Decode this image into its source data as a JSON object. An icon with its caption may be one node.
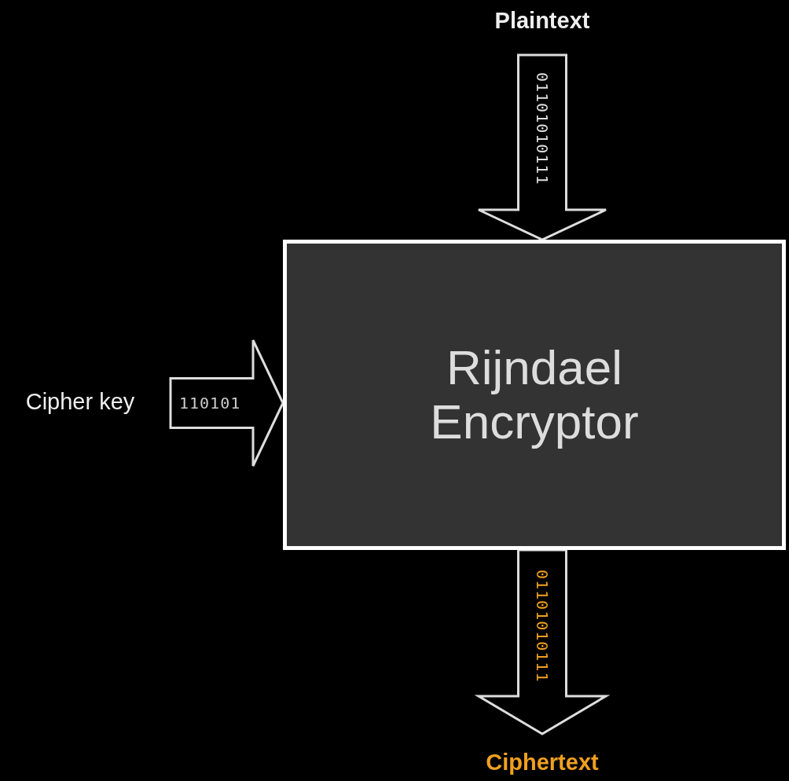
{
  "diagram": {
    "nodes": [
      {
        "text": [
          "Plaintext"
        ]
      },
      {
        "text": [
          "Rijndael Encryptor"
        ]
      },
      {
        "text": [
          "Cipher key"
        ]
      },
      {
        "text": [
          "Ciphertext"
        ]
      }
    ],
    "edges": [
      {
        "from": 0,
        "to": 1,
        "arrow": "to",
        "label": "01101010111"
      },
      {
        "from": 2,
        "to": 1,
        "arrow": "to",
        "label": "110101"
      },
      {
        "from": 1,
        "to": 3,
        "arrow": "to",
        "label": "01101010111"
      }
    ]
  }
}
